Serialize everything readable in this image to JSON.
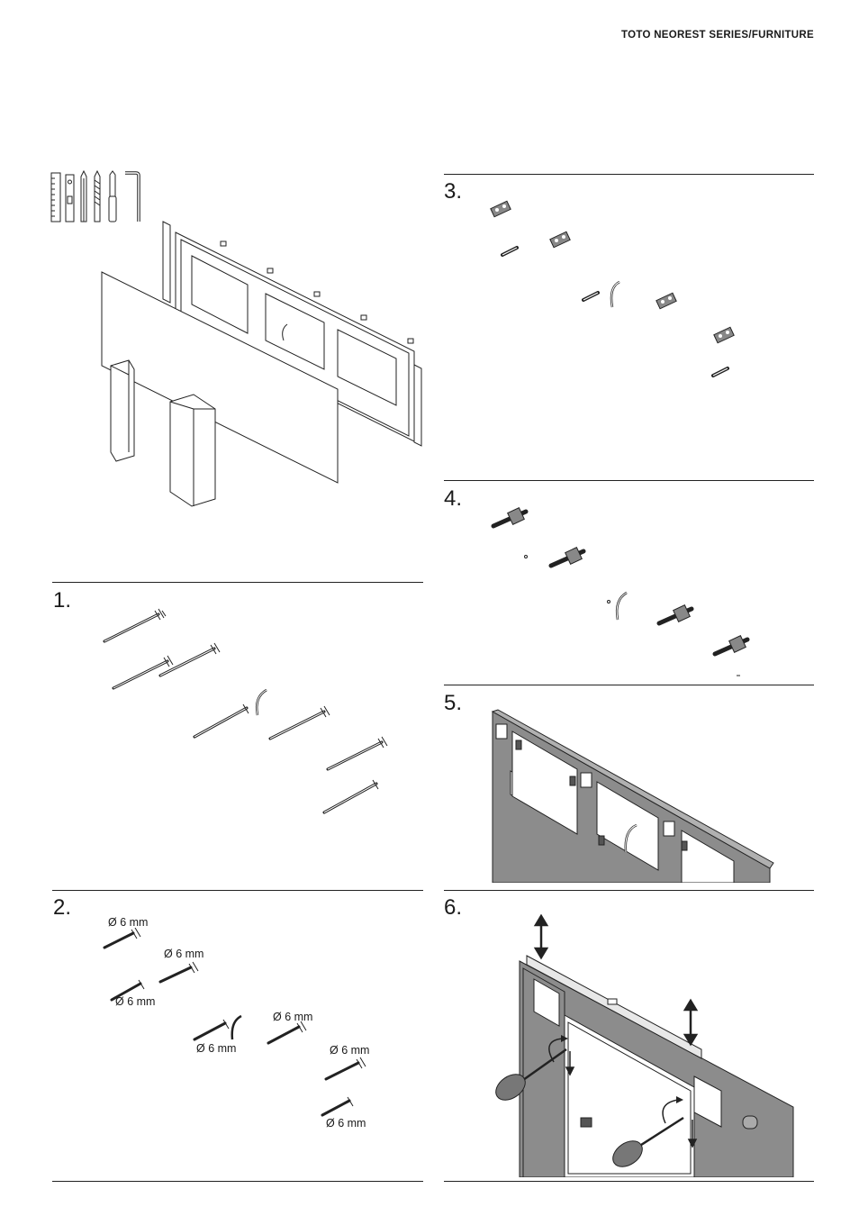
{
  "header": {
    "title": "TOTO NEOREST SERIES/FURNITURE"
  },
  "steps": [
    {
      "num": "1."
    },
    {
      "num": "2."
    },
    {
      "num": "3."
    },
    {
      "num": "4."
    },
    {
      "num": "5."
    },
    {
      "num": "6."
    }
  ],
  "step2_dims": [
    "Ø 6 mm",
    "Ø 6 mm",
    "Ø 6 mm",
    "Ø 6 mm",
    "Ø 6 mm",
    "Ø 6 mm",
    "Ø 6 mm"
  ],
  "colors": {
    "rule": "#222222",
    "part": "#888888",
    "frame": "#8c8c8c"
  },
  "icons": [
    "level-icon",
    "pencil-icon",
    "drill-bit-icon",
    "screwdriver-icon",
    "allen-key-icon"
  ]
}
